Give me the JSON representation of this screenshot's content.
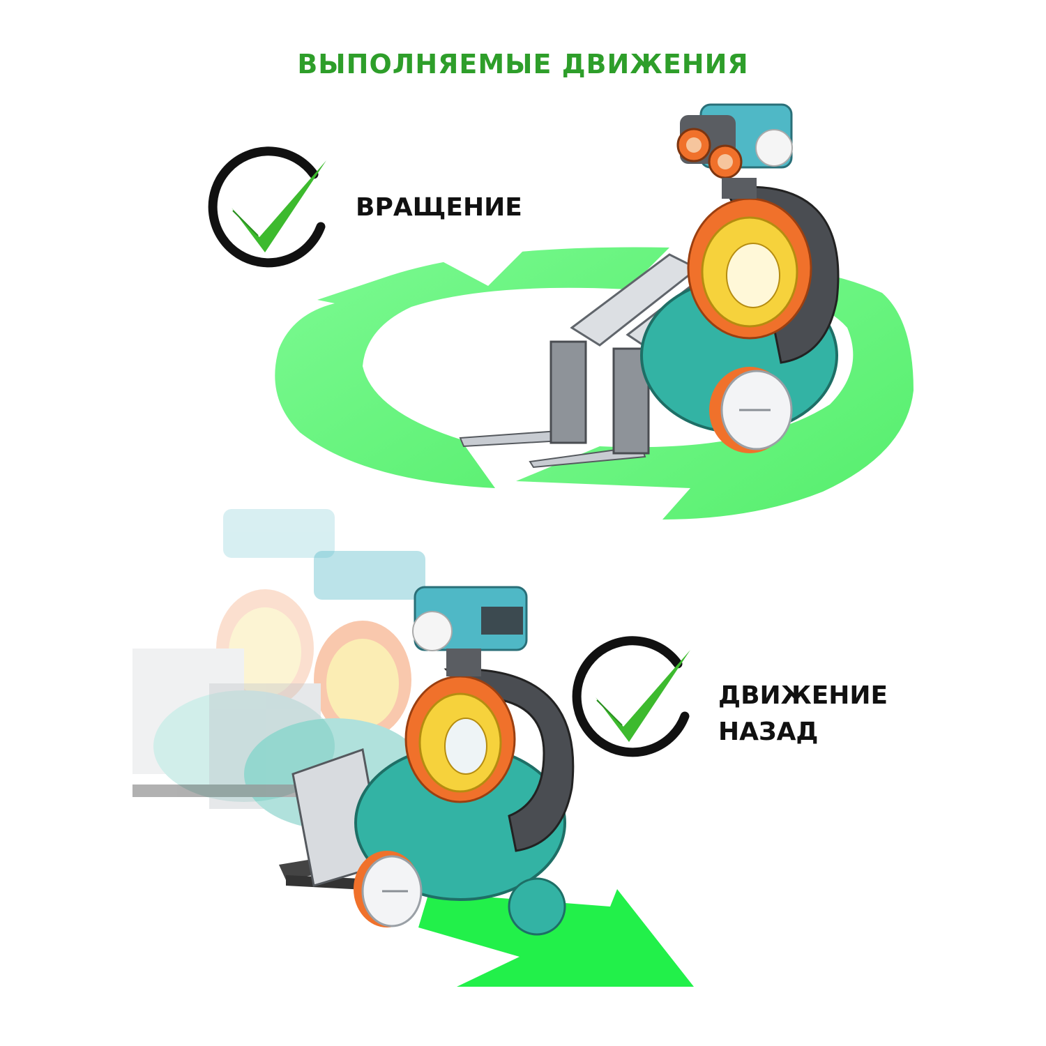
{
  "heading": {
    "text": "ВЫПОЛНЯЕМЫЕ ДВИЖЕНИЯ",
    "color": "#2e9e2a"
  },
  "features": [
    {
      "lines": [
        "ВРАЩЕНИЕ"
      ],
      "icon": "check-circle-icon"
    },
    {
      "lines": [
        "ДВИЖЕНИЕ",
        "НАЗАД"
      ],
      "icon": "check-circle-icon"
    }
  ],
  "colors": {
    "arrow_green": "#66f57e",
    "check_green": "#3dba2e",
    "circle": "#111111",
    "robot_teal": "#33b3a4",
    "robot_orange": "#f0712b",
    "robot_yellow": "#f6d23c",
    "robot_grey": "#4a4d52"
  },
  "illustrations": [
    {
      "name": "robot-rotation",
      "icon": "rotate-arrows-icon"
    },
    {
      "name": "robot-backward",
      "icon": "arrow-down-right-icon"
    }
  ]
}
